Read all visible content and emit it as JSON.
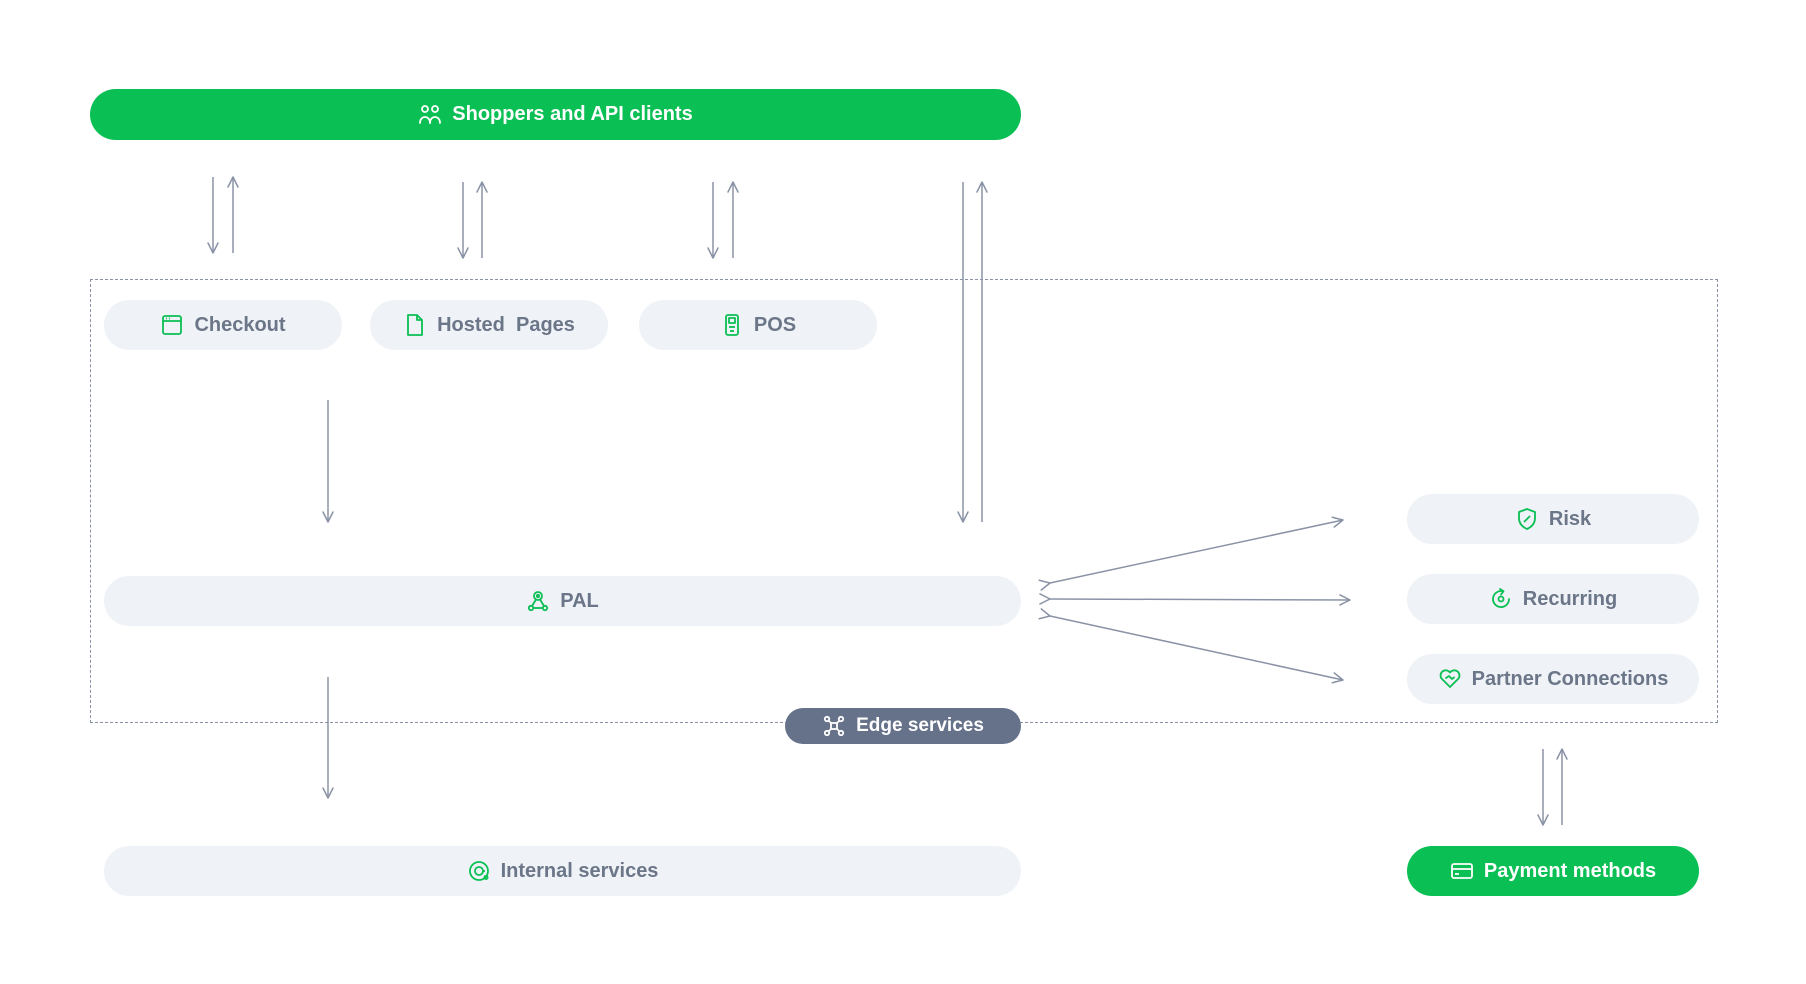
{
  "colors": {
    "brand_green": "#0abf53",
    "node_fill": "#eff2f6",
    "node_text": "#6c7689",
    "connector": "#8a93a6",
    "edge_label_fill": "#66718a"
  },
  "nodes": {
    "shoppers": {
      "label": "Shoppers and API clients",
      "icon": "users-icon"
    },
    "checkout": {
      "label": "Checkout",
      "icon": "browser-window-icon"
    },
    "hosted_pages": {
      "label": "Hosted  Pages",
      "icon": "document-icon"
    },
    "pos": {
      "label": "POS",
      "icon": "terminal-icon"
    },
    "pal": {
      "label": "PAL",
      "icon": "network-icon"
    },
    "risk": {
      "label": "Risk",
      "icon": "shield-icon"
    },
    "recurring": {
      "label": "Recurring",
      "icon": "recurring-icon"
    },
    "partner_connections": {
      "label": "Partner Connections",
      "icon": "heart-handshake-icon"
    },
    "edge_services": {
      "label": "Edge services",
      "icon": "nodes-icon"
    },
    "internal_services": {
      "label": "Internal services",
      "icon": "gear-icon"
    },
    "payment_methods": {
      "label": "Payment methods",
      "icon": "credit-card-icon"
    }
  },
  "connections": [
    {
      "from": "Shoppers and API clients",
      "to": "Checkout",
      "direction": "both"
    },
    {
      "from": "Shoppers and API clients",
      "to": "Hosted  Pages",
      "direction": "both"
    },
    {
      "from": "Shoppers and API clients",
      "to": "POS",
      "direction": "both"
    },
    {
      "from": "Shoppers and API clients",
      "to": "PAL",
      "direction": "both"
    },
    {
      "from": "Checkout",
      "to": "PAL",
      "direction": "forward"
    },
    {
      "from": "PAL",
      "to": "Risk",
      "direction": "both"
    },
    {
      "from": "PAL",
      "to": "Recurring",
      "direction": "both"
    },
    {
      "from": "PAL",
      "to": "Partner Connections",
      "direction": "both"
    },
    {
      "from": "PAL",
      "to": "Internal services",
      "direction": "forward"
    },
    {
      "from": "Partner Connections",
      "to": "Payment methods",
      "direction": "both"
    }
  ]
}
